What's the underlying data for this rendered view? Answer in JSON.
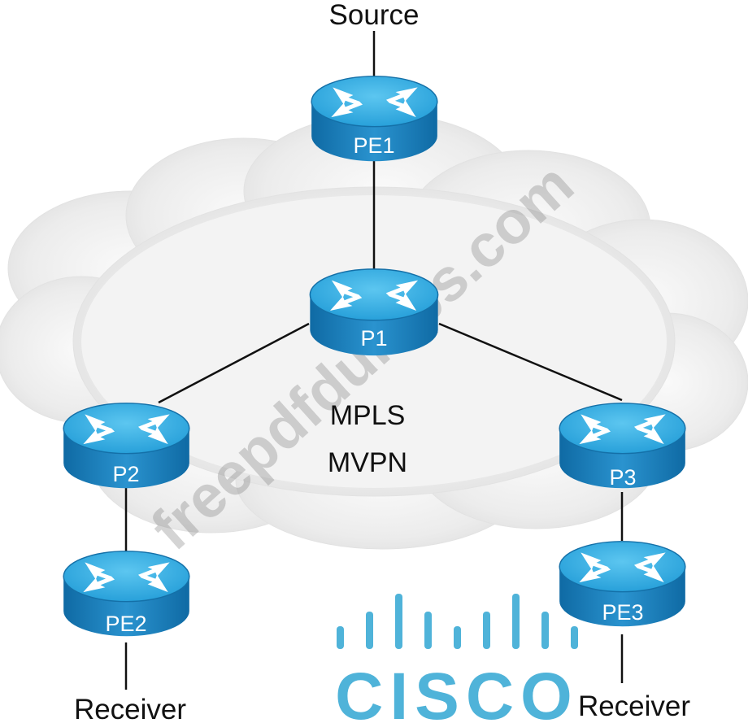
{
  "labels": {
    "source": "Source",
    "receiver_left": "Receiver",
    "receiver_right": "Receiver",
    "cloud_line1": "MPLS",
    "cloud_line2": "MVPN"
  },
  "routers": {
    "pe1": "PE1",
    "p1": "P1",
    "p2": "P2",
    "p3": "P3",
    "pe2": "PE2",
    "pe3": "PE3"
  },
  "links": [
    [
      "source",
      "PE1"
    ],
    [
      "PE1",
      "P1"
    ],
    [
      "P1",
      "P2"
    ],
    [
      "P1",
      "P3"
    ],
    [
      "P2",
      "PE2"
    ],
    [
      "P3",
      "PE3"
    ],
    [
      "PE2",
      "receiver"
    ],
    [
      "PE3",
      "receiver"
    ]
  ],
  "watermark": "freepdfdumps.com",
  "logo": {
    "text": "CISCO",
    "color": "#4fb3d9"
  },
  "colors": {
    "router_top": "#2aa7de",
    "router_side": "#1779b5",
    "router_arrow": "#ffffff",
    "cloud": "#f1f1f1",
    "link": "#111111"
  },
  "icons": {
    "router": "router-icon",
    "cloud": "cloud-icon",
    "logo": "cisco-logo-icon"
  }
}
